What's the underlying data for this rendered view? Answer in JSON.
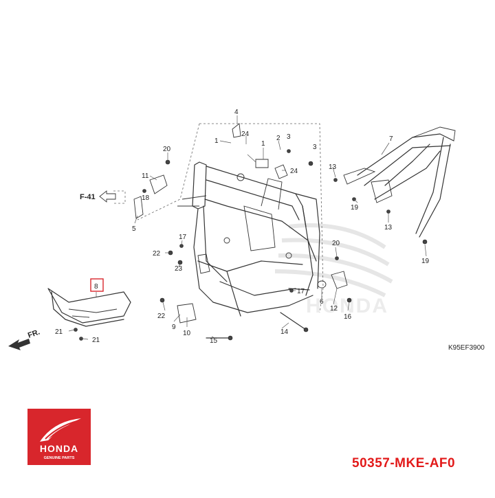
{
  "diagram": {
    "callouts": [
      "1",
      "1",
      "2",
      "3",
      "3",
      "4",
      "5",
      "6",
      "7",
      "8",
      "9",
      "10",
      "11",
      "12",
      "13",
      "13",
      "14",
      "15",
      "16",
      "17",
      "17",
      "18",
      "19",
      "19",
      "20",
      "20",
      "21",
      "21",
      "22",
      "22",
      "23",
      "24",
      "24"
    ],
    "ref_left": "F-41",
    "front_arrow": "FR.",
    "figure_code": "K95EF3900",
    "highlight": "8"
  },
  "brand": {
    "name": "HONDA",
    "tagline": "GENUINE PARTS",
    "color": "#d8262c"
  },
  "product": {
    "part_number": "50357-MKE-AF0",
    "part_number_color": "#e21a1a"
  }
}
